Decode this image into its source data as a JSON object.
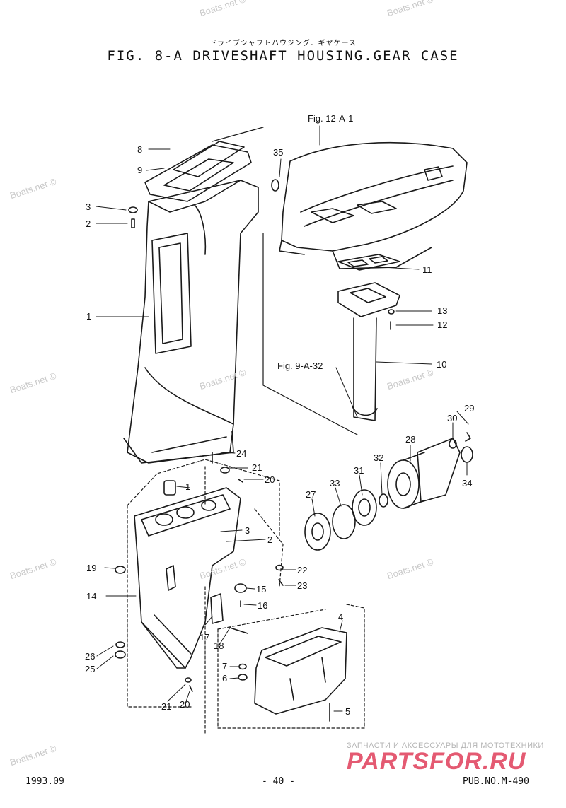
{
  "header": {
    "title_jp": "ドライブシャフトハウジング．ギヤケース",
    "title": "FIG.  8-A DRIVESHAFT HOUSING.GEAR CASE"
  },
  "references": {
    "fig_12": "Fig. 12-A-1",
    "fig_9": "Fig. 9-A-32"
  },
  "watermark": "Boats.net ©",
  "parts": [
    "1",
    "2",
    "3",
    "4",
    "5",
    "6",
    "7",
    "8",
    "9",
    "10",
    "11",
    "12",
    "13",
    "14",
    "15",
    "16",
    "17",
    "18",
    "19",
    "20",
    "21",
    "22",
    "23",
    "24",
    "25",
    "26",
    "27",
    "28",
    "29",
    "30",
    "31",
    "32",
    "33",
    "34",
    "35"
  ],
  "part_labels": {
    "p1a": "1",
    "p1b": "1",
    "p2a": "2",
    "p2b": "2",
    "p3a": "3",
    "p3b": "3",
    "p4": "4",
    "p5": "5",
    "p6": "6",
    "p7": "7",
    "p8": "8",
    "p9": "9",
    "p10": "10",
    "p11": "11",
    "p12": "12",
    "p13": "13",
    "p14": "14",
    "p15": "15",
    "p16": "16",
    "p17": "17",
    "p18": "18",
    "p19": "19",
    "p20a": "20",
    "p20b": "20",
    "p21a": "21",
    "p21b": "21",
    "p22": "22",
    "p23": "23",
    "p24": "24",
    "p25": "25",
    "p26": "26",
    "p27": "27",
    "p28": "28",
    "p29": "29",
    "p30": "30",
    "p31": "31",
    "p32": "32",
    "p33": "33",
    "p34": "34",
    "p35": "35"
  },
  "footer": {
    "date": "1993.09",
    "page": "- 40 -",
    "pub": "PUB.NO.M-490"
  },
  "promo": {
    "text": "ЗАПЧАСТИ И АКСЕССУАРЫ ДЛЯ МОТОТЕХНИКИ",
    "brand": "PARTSFOR.RU"
  },
  "colors": {
    "line": "#1a1a1a",
    "watermark": "#c9c9c9",
    "brand": "#e45a72"
  }
}
